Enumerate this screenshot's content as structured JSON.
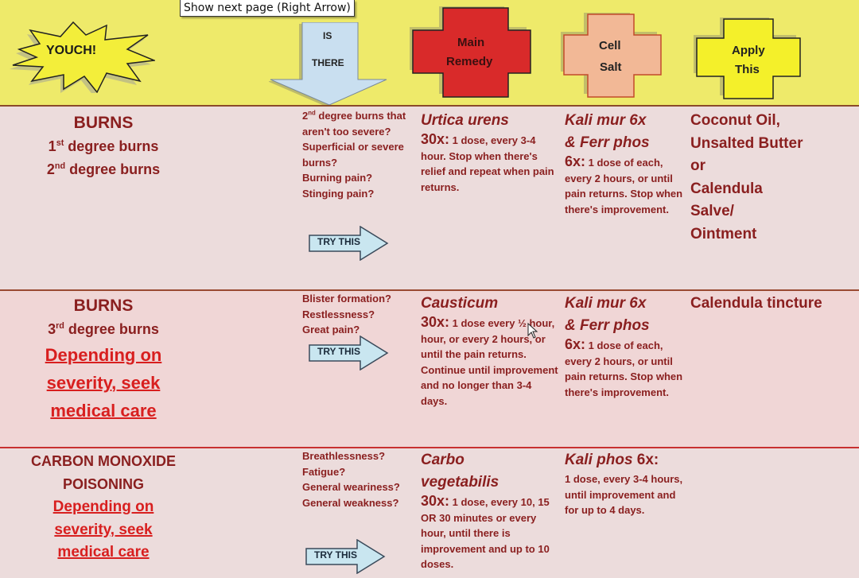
{
  "tooltip": {
    "text": "Show next page (Right Arrow)"
  },
  "header": {
    "starburst_label": "YOUCH!",
    "arrow_line1": "IS",
    "arrow_line2": "THERE",
    "main_remedy_line1": "Main",
    "main_remedy_line2": "Remedy",
    "cell_salt_line1": "Cell",
    "cell_salt_line2": "Salt",
    "apply_line1": "Apply",
    "apply_line2": "This",
    "colors": {
      "background": "#eeea6a",
      "main_remedy": "#d92a2a",
      "cell_salt": "#f2b896",
      "apply_this": "#f4f02a",
      "arrow": "#c9dff0"
    }
  },
  "try_label": "TRY THIS",
  "rows": [
    {
      "condition_title": "BURNS",
      "condition_sub1_num": "1",
      "condition_sub1_sup": "st",
      "condition_sub1_rest": " degree burns",
      "condition_sub2_num": "2",
      "condition_sub2_sup": "nd",
      "condition_sub2_rest": " degree burns",
      "question_first_num": "2",
      "question_first_sup": "nd",
      "question_first_rest": " degree burns that aren't too severe?",
      "questions": [
        "Superficial or severe burns?",
        "Burning pain?",
        "Stinging pain?"
      ],
      "main_remedy_name": "Urtica urens",
      "main_remedy_potency": "30x:",
      "main_remedy_dosage": " 1 dose, every 3-4 hour. Stop when there's relief and repeat when pain returns.",
      "cell_salt_name1": "Kali mur",
      "cell_salt_name1_potency": " 6x",
      "cell_salt_name2": "& Ferr phos",
      "cell_salt_potency": "6x:",
      "cell_salt_dosage": "  1 dose of each, every 2 hours, or until pain returns. Stop when there's improvement.",
      "apply_lines": [
        "Coconut Oil,",
        "Unsalted Butter",
        "or",
        "Calendula",
        "Salve/",
        "Ointment"
      ]
    },
    {
      "condition_title": "BURNS",
      "condition_sub1_num": "3",
      "condition_sub1_sup": "rd",
      "condition_sub1_rest": " degree burns",
      "warning_lines": [
        "Depending on",
        "severity, seek",
        "medical care"
      ],
      "questions": [
        "Blister formation?",
        "Restlessness?",
        "Great pain?"
      ],
      "main_remedy_name": "Causticum",
      "main_remedy_potency": "30x:",
      "main_remedy_dosage": " 1 dose every ½ hour, hour, or every 2 hours, or until the pain returns. Continue until improvement and no longer than 3-4 days.",
      "cell_salt_name1": "Kali mur",
      "cell_salt_name1_potency": " 6x",
      "cell_salt_name2": "& Ferr phos",
      "cell_salt_potency": "6x:",
      "cell_salt_dosage": " 1 dose of each, every 2 hours, or until pain returns. Stop when there's improvement.",
      "apply_lines": [
        "Calendula tincture"
      ]
    },
    {
      "condition_title1": "CARBON MONOXIDE",
      "condition_title2": "POISONING",
      "warning_lines": [
        "Depending on",
        "severity, seek",
        "medical care"
      ],
      "questions": [
        "Breathlessness?",
        "Fatigue?",
        "General weariness?",
        "General weakness?"
      ],
      "main_remedy_name1": "Carbo",
      "main_remedy_name2": "vegetabilis",
      "main_remedy_potency": "30x:",
      "main_remedy_dosage": " 1 dose, every 10, 15 OR 30 minutes or every hour, until there is improvement and up to 10 doses.",
      "cell_salt_name1": "Kali phos",
      "cell_salt_name1_potency": " 6x:",
      "cell_salt_dosage": "1 dose, every 3-4 hours, until improvement and for up to 4 days.",
      "apply_lines": []
    }
  ]
}
